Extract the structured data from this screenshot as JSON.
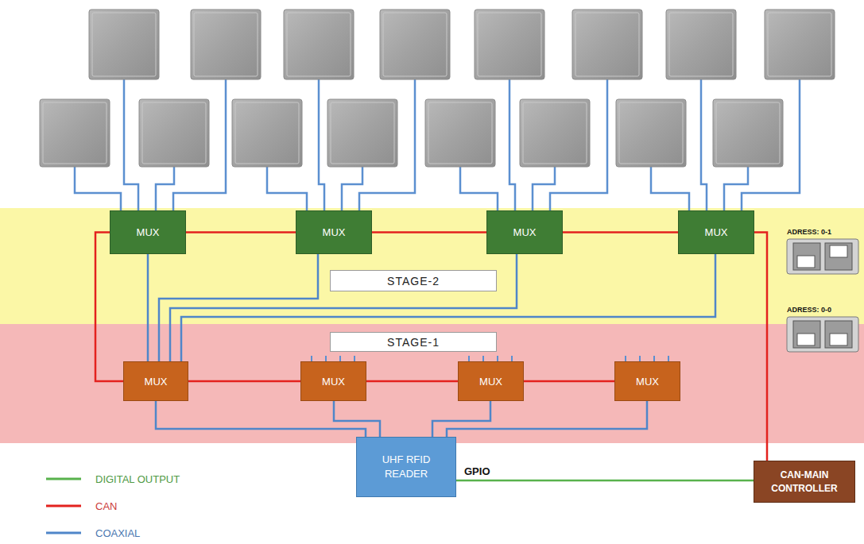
{
  "diagram": {
    "nodes": [
      {
        "text": [
          "MUX"
        ]
      },
      {
        "text": [
          "MUX"
        ]
      },
      {
        "text": [
          "MUX"
        ]
      },
      {
        "text": [
          "MUX"
        ]
      },
      {
        "text": [
          "STAGE-2"
        ]
      },
      {
        "text": [
          "STAGE-1"
        ]
      },
      {
        "text": [
          "MUX"
        ]
      },
      {
        "text": [
          "MUX"
        ]
      },
      {
        "text": [
          "MUX"
        ]
      },
      {
        "text": [
          "MUX"
        ]
      },
      {
        "text": [
          "UHF RFID READER"
        ]
      },
      {
        "text": [
          "CAN-MAIN CONTROLLER"
        ]
      }
    ],
    "edges": [
      {
        "from": 11,
        "to": 3,
        "arrow": "none"
      },
      {
        "from": 3,
        "to": 2,
        "arrow": "none"
      },
      {
        "from": 2,
        "to": 1,
        "arrow": "none"
      },
      {
        "from": 1,
        "to": 0,
        "arrow": "none"
      },
      {
        "from": 0,
        "to": 6,
        "arrow": "none"
      },
      {
        "from": 6,
        "to": 7,
        "arrow": "none"
      },
      {
        "from": 7,
        "to": 8,
        "arrow": "none"
      },
      {
        "from": 8,
        "to": 9,
        "arrow": "none"
      },
      {
        "from": 0,
        "to": 6,
        "arrow": "none"
      },
      {
        "from": 1,
        "to": 6,
        "arrow": "none"
      },
      {
        "from": 2,
        "to": 6,
        "arrow": "none"
      },
      {
        "from": 3,
        "to": 6,
        "arrow": "none"
      },
      {
        "from": 6,
        "to": 10,
        "arrow": "none"
      },
      {
        "from": 7,
        "to": 10,
        "arrow": "none"
      },
      {
        "from": 8,
        "to": 10,
        "arrow": "none"
      },
      {
        "from": 9,
        "to": 10,
        "arrow": "none"
      },
      {
        "from": 10,
        "to": 11,
        "label": "GPIO",
        "arrow": "none"
      }
    ],
    "labels": [
      "ADRESS: 0-1",
      "ADRESS: 0-0"
    ],
    "legend": [
      {
        "text": "DIGITAL OUTPUT"
      },
      {
        "text": "CAN"
      },
      {
        "text": "COAXIAL"
      }
    ]
  }
}
